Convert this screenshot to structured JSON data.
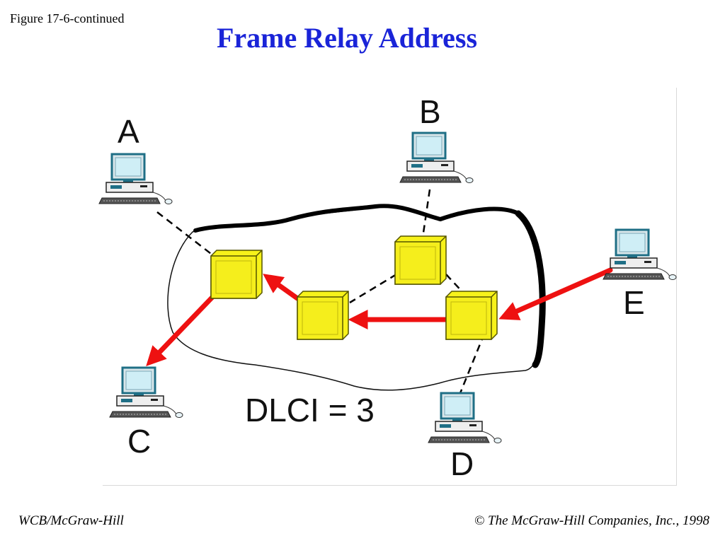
{
  "slide": {
    "figure_label": "Figure 17-6-continued",
    "title": "Frame Relay Address",
    "footer_left": "WCB/McGraw-Hill",
    "footer_copyright_symbol": "©",
    "footer_right": "The McGraw-Hill Companies, Inc., 1998"
  },
  "diagram": {
    "dlci_label": "DLCI = 3",
    "nodes": {
      "A": "A",
      "B": "B",
      "C": "C",
      "D": "D",
      "E": "E"
    },
    "colors": {
      "title": "#1a24d8",
      "switch_fill": "#f7f21a",
      "switch_stroke": "#555500",
      "arrow": "#ee1111",
      "link": "#000000",
      "monitor_screen": "#cfeef6",
      "monitor_frame": "#1f6f86"
    }
  }
}
